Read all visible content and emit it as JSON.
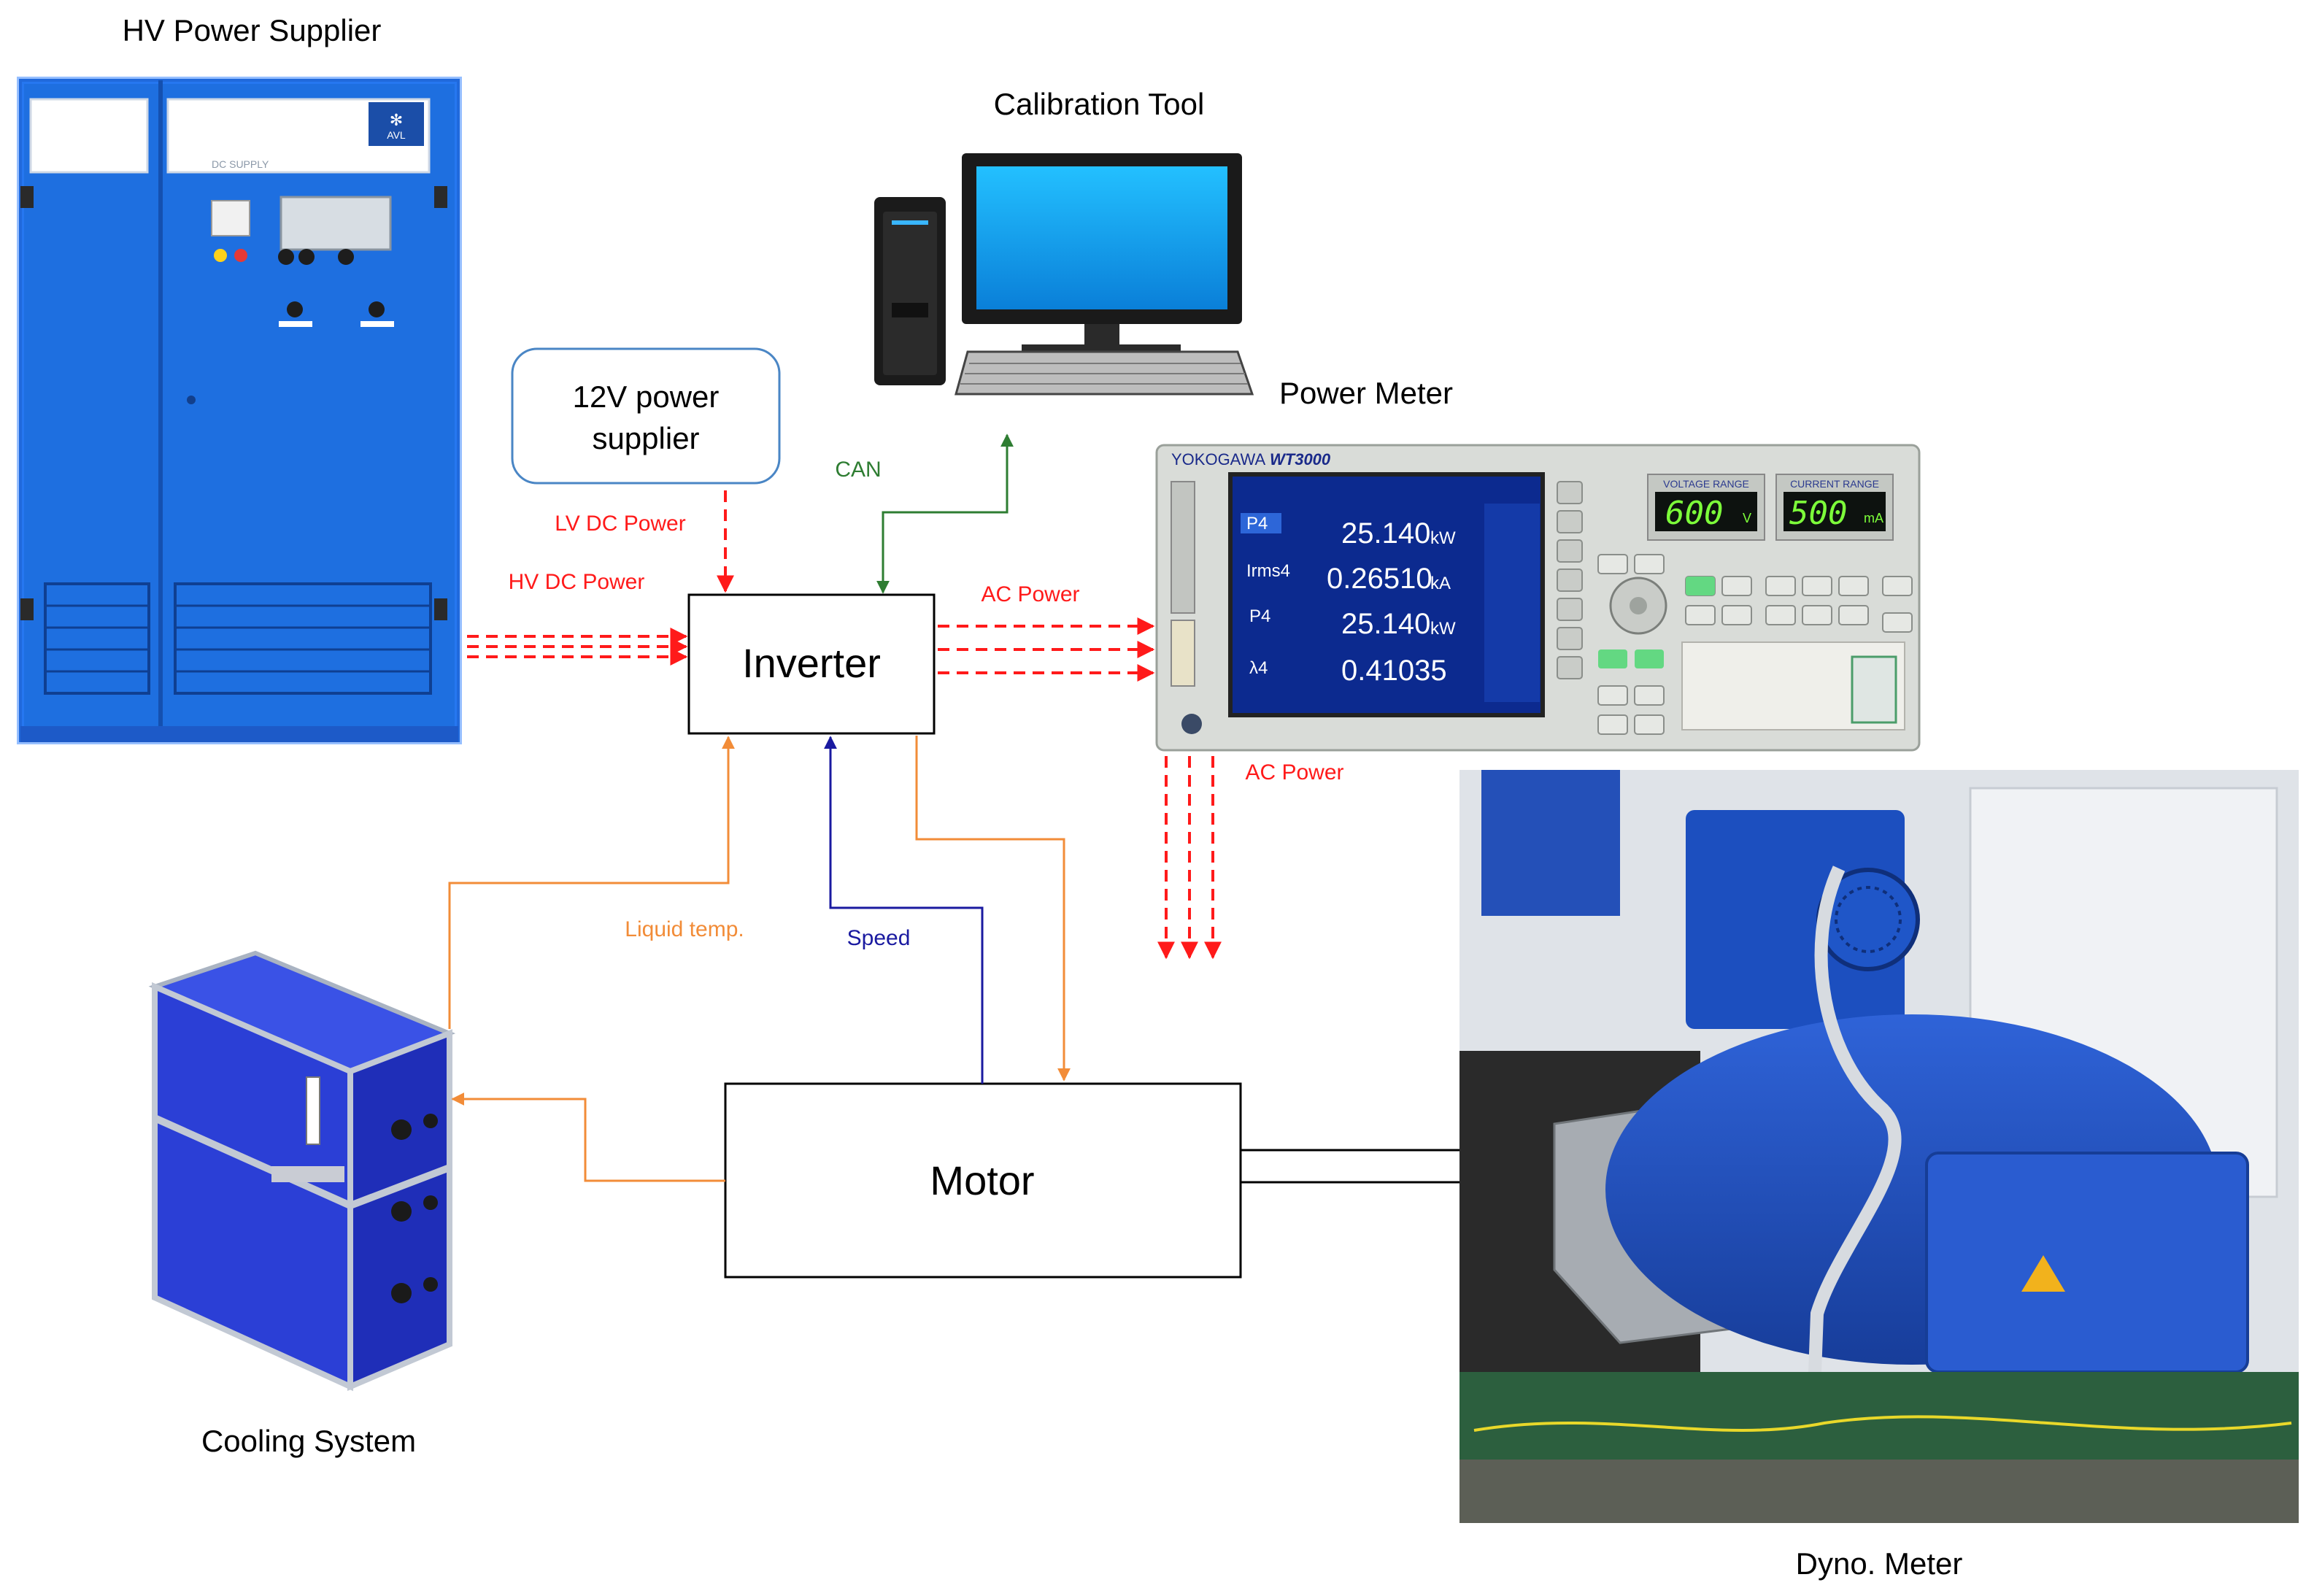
{
  "components": {
    "hv_supplier": {
      "label": "HV Power Supplier",
      "brand": "AVL",
      "plate": "DC SUPPLY"
    },
    "lv_supplier": {
      "line1": "12V power",
      "line2": "supplier"
    },
    "calibration_tool": {
      "label": "Calibration Tool"
    },
    "power_meter": {
      "label": "Power Meter",
      "brand": "YOKOGAWA",
      "model": "WT3000",
      "voltage_range_title": "VOLTAGE RANGE",
      "voltage_range_value": "600",
      "voltage_range_unit": "V",
      "current_range_title": "CURRENT RANGE",
      "current_range_value": "500",
      "current_range_unit": "mA",
      "readings": [
        {
          "name": "P4",
          "value": "25.140",
          "unit": "kW"
        },
        {
          "name": "Irms4",
          "value": "0.26510",
          "unit": "kA"
        },
        {
          "name": "P4",
          "value": "25.140",
          "unit": "kW"
        },
        {
          "name": "λ4",
          "value": "0.41035",
          "unit": ""
        }
      ]
    },
    "inverter": {
      "label": "Inverter"
    },
    "motor": {
      "label": "Motor"
    },
    "cooling": {
      "label": "Cooling System"
    },
    "dyno": {
      "label": "Dyno. Meter"
    }
  },
  "connections": {
    "lv_dc_power": "LV DC Power",
    "hv_dc_power": "HV DC Power",
    "can": "CAN",
    "ac_power_top": "AC Power",
    "ac_power_down": "AC Power",
    "liquid_temp": "Liquid temp.",
    "speed": "Speed"
  },
  "colors": {
    "power": "#ff1a1a",
    "can": "#2e7d32",
    "temp": "#f28c38",
    "speed": "#1a1aa0",
    "equipment_blue": "#1e6fe0",
    "cooling_blue": "#2b3fd6",
    "dyno_blue": "#1c4fbf"
  }
}
